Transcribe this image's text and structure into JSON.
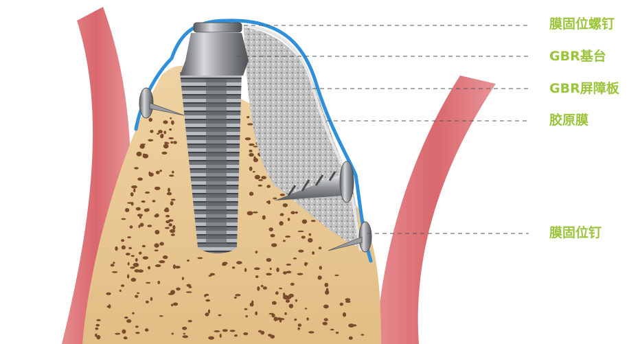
{
  "labels": [
    {
      "id": "membrane-fixation-screw",
      "text": "膜固位螺钉"
    },
    {
      "id": "gbr-abutment",
      "text": "GBR基台"
    },
    {
      "id": "gbr-barrier-membrane",
      "text": "GBR屏障板"
    },
    {
      "id": "collagen-membrane",
      "text": "胶原膜"
    },
    {
      "id": "membrane-fixation-pin",
      "text": "膜固位钉"
    }
  ],
  "colors": {
    "gum": "#e07a7e",
    "bone": "#e8c58f",
    "bone_pore": "#7a4a2c",
    "graft": "#c9c9c9",
    "membrane": "#2f8fd8",
    "titanium": "#8a8d91",
    "label": "#9bc43a",
    "leader_line": "#555555"
  }
}
